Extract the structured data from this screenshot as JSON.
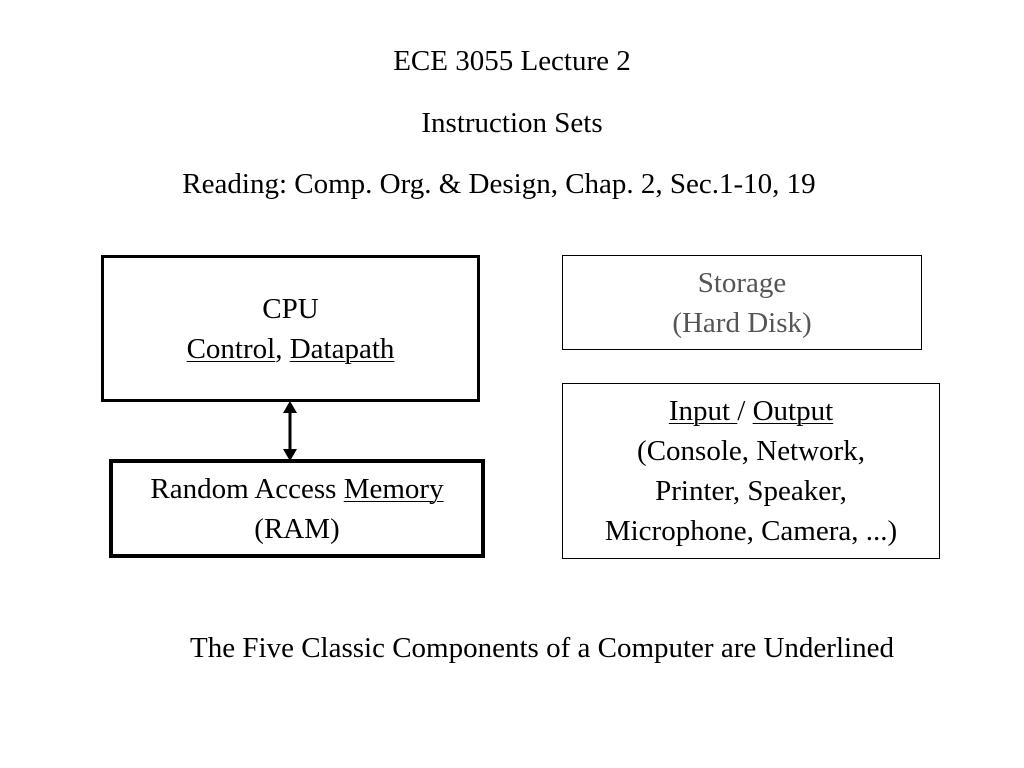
{
  "header": {
    "title": "ECE 3055 Lecture 2",
    "subtitle": "Instruction Sets",
    "reading": "Reading: Comp. Org. & Design, Chap. 2, Sec.1-10, 19"
  },
  "diagram": {
    "cpu": {
      "title": "CPU",
      "control": "Control",
      "separator": ", ",
      "datapath": "Datapath"
    },
    "ram": {
      "prefix": "Random Access ",
      "memory": "Memory",
      "abbr": "(RAM)"
    },
    "storage": {
      "title": "Storage",
      "subtitle": "(Hard Disk)",
      "color": "#555555"
    },
    "io": {
      "input": "Input ",
      "slash": "/ ",
      "output": "Output",
      "line2": "(Console, Network,",
      "line3": "Printer, Speaker,",
      "line4": "Microphone, Camera, ...)"
    }
  },
  "footer": {
    "caption": "The Five Classic Components of a Computer are Underlined"
  }
}
